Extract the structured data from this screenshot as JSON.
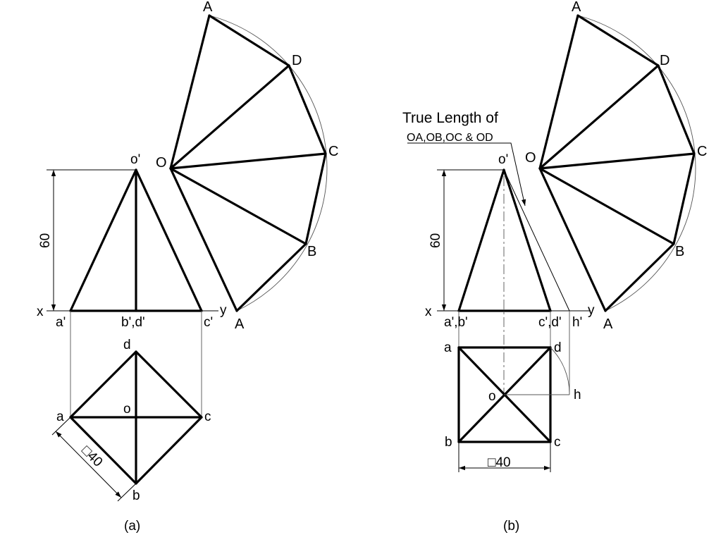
{
  "figure_a": {
    "caption": "(a)",
    "labels": {
      "o_prime": "o'",
      "x": "x",
      "y": "y",
      "a_prime": "a'",
      "bd_prime": "b',d'",
      "c_prime": "c'",
      "height_dim": "60",
      "d": "d",
      "a": "a",
      "o": "o",
      "c": "c",
      "b": "b",
      "side_dim": "□40"
    },
    "development_labels": {
      "apex": "O",
      "A_top": "A",
      "D": "D",
      "C": "C",
      "B": "B",
      "A_bottom": "A"
    }
  },
  "figure_b": {
    "caption": "(b)",
    "note_line1": "True Length of",
    "note_line2": "OA,OB,OC & OD",
    "labels": {
      "o_prime": "o'",
      "x": "x",
      "y": "y",
      "ab_prime": "a',b'",
      "cd_prime": "c',d'",
      "h_prime": "h'",
      "height_dim": "60",
      "a": "a",
      "d": "d",
      "o": "o",
      "h": "h",
      "b": "b",
      "c": "c",
      "side_dim": "□40"
    },
    "development_labels": {
      "apex": "O",
      "A_top": "A",
      "D": "D",
      "C": "C",
      "B": "B",
      "A_bottom": "A"
    }
  }
}
